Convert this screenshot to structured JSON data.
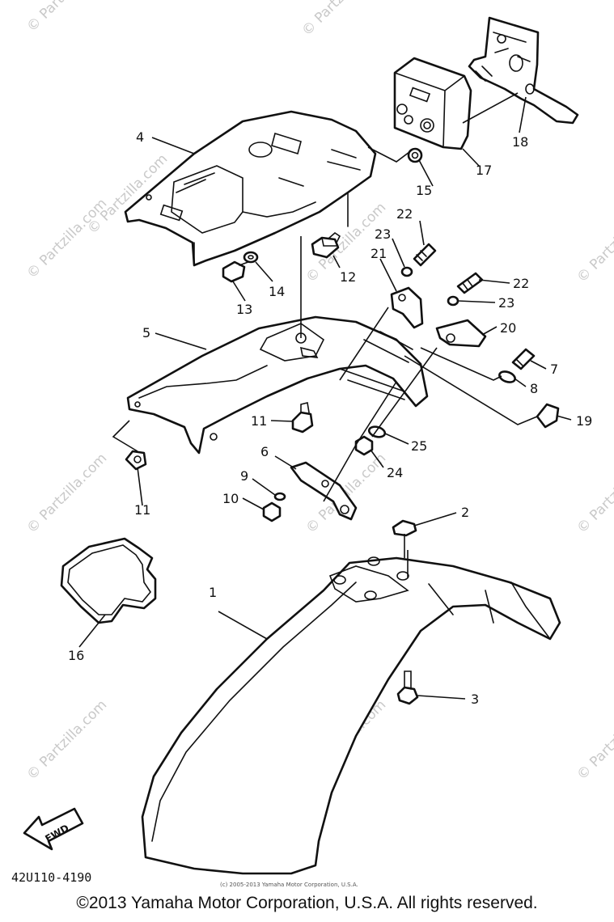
{
  "watermark": "© Partzilla.com",
  "drawing_number": "42U110-4190",
  "fwd_label": "FWD",
  "small_copyright": "(c) 2005-2013 Yamaha Motor Corporation, U.S.A.",
  "copyright": "©2013 Yamaha Motor Corporation, U.S.A. All rights reserved.",
  "callouts": {
    "c1": "1",
    "c2": "2",
    "c3": "3",
    "c4": "4",
    "c5": "5",
    "c6": "6",
    "c7": "7",
    "c8": "8",
    "c9": "9",
    "c10": "10",
    "c11a": "11",
    "c11b": "11",
    "c12": "12",
    "c13": "13",
    "c14": "14",
    "c15": "15",
    "c16": "16",
    "c17": "17",
    "c18": "18",
    "c19": "19",
    "c20": "20",
    "c21": "21",
    "c22a": "22",
    "c22b": "22",
    "c23a": "23",
    "c23b": "23",
    "c24": "24",
    "c25": "25"
  }
}
